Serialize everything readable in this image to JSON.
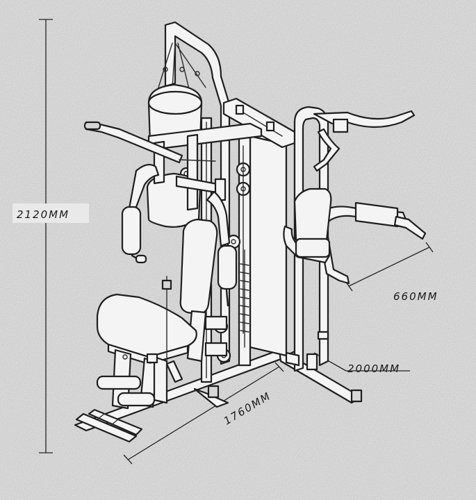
{
  "dimensions": {
    "height": "2120MM",
    "depth": "660MM",
    "width": "2000MM",
    "length": "1760MM"
  },
  "colors": {
    "background": "#e9e9e9",
    "line": "#1e1e1e"
  }
}
